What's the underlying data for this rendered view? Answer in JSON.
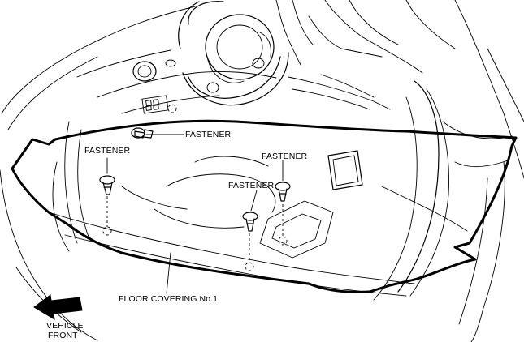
{
  "labels": {
    "fastener_top": "FASTENER",
    "fastener_left": "FASTENER",
    "fastener_right_upper": "FASTENER",
    "fastener_right_lower": "FASTENER",
    "floor_covering": "FLOOR COVERING No.1",
    "vehicle_front_line1": "VEHICLE",
    "vehicle_front_line2": "FRONT"
  }
}
